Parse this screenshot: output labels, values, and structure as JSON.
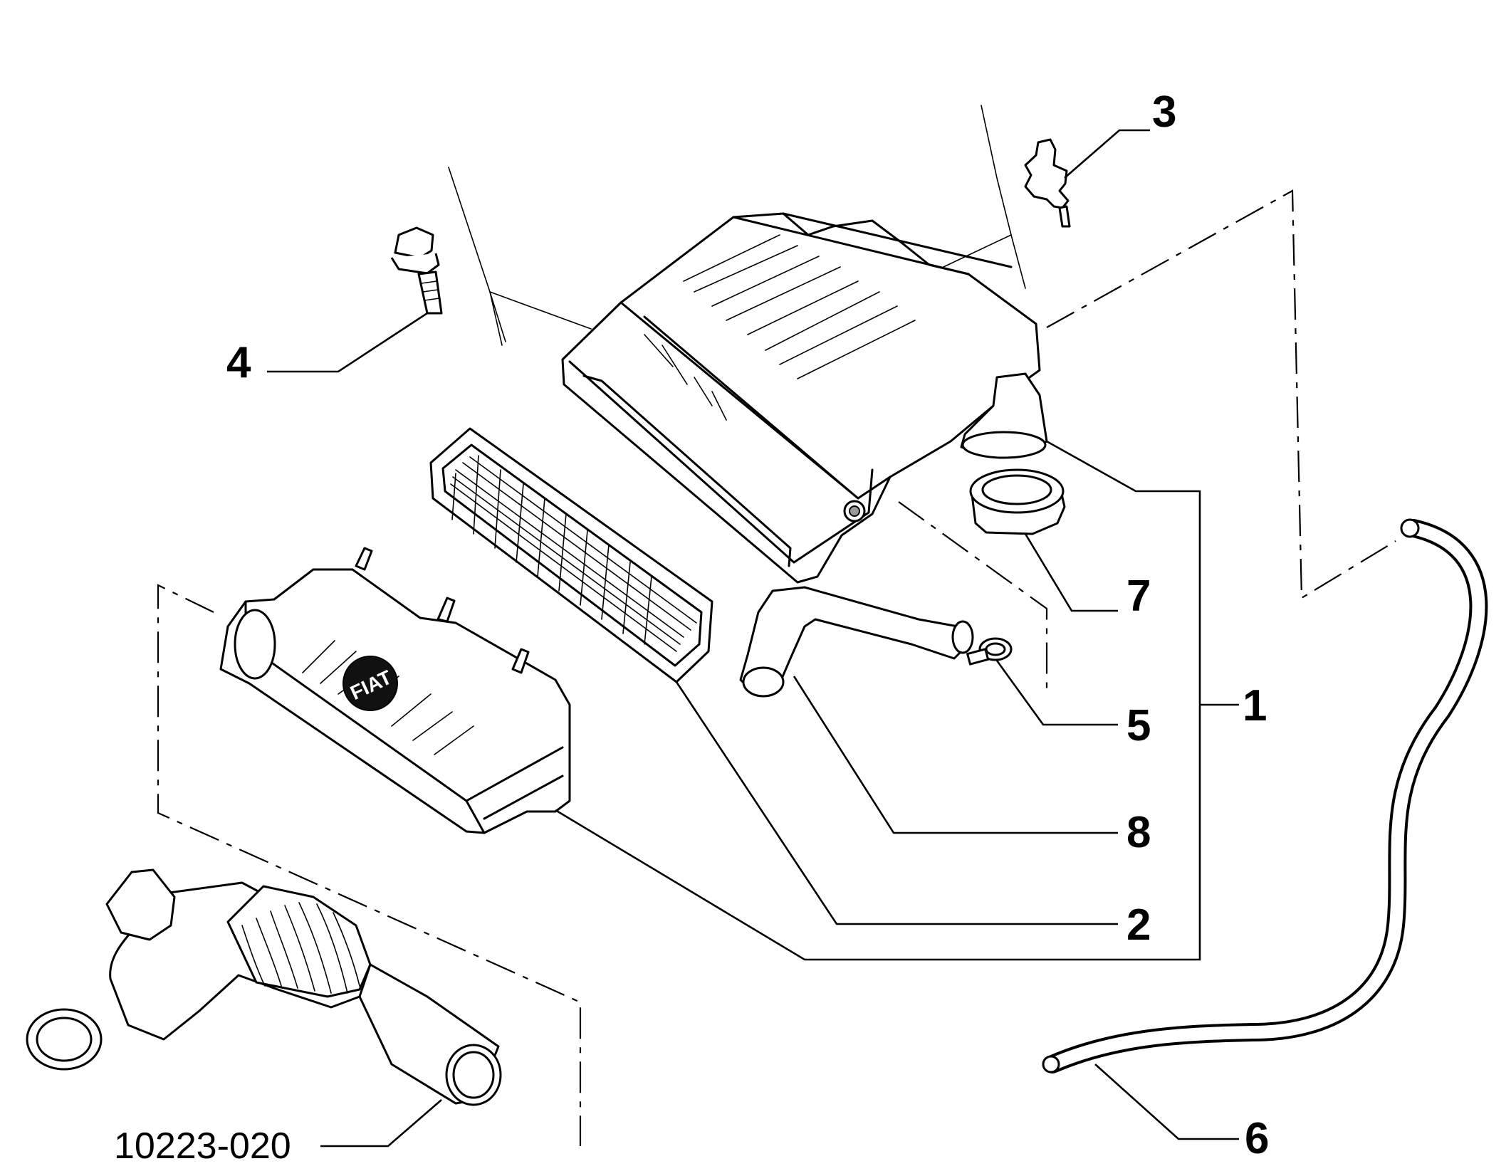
{
  "diagram": {
    "reference_code": "10223-020",
    "callouts": [
      {
        "id": "1",
        "label": "1"
      },
      {
        "id": "2",
        "label": "2"
      },
      {
        "id": "3",
        "label": "3"
      },
      {
        "id": "4",
        "label": "4"
      },
      {
        "id": "5",
        "label": "5"
      },
      {
        "id": "6",
        "label": "6"
      },
      {
        "id": "7",
        "label": "7"
      },
      {
        "id": "8",
        "label": "8"
      }
    ],
    "logo_text": "FIAT"
  }
}
